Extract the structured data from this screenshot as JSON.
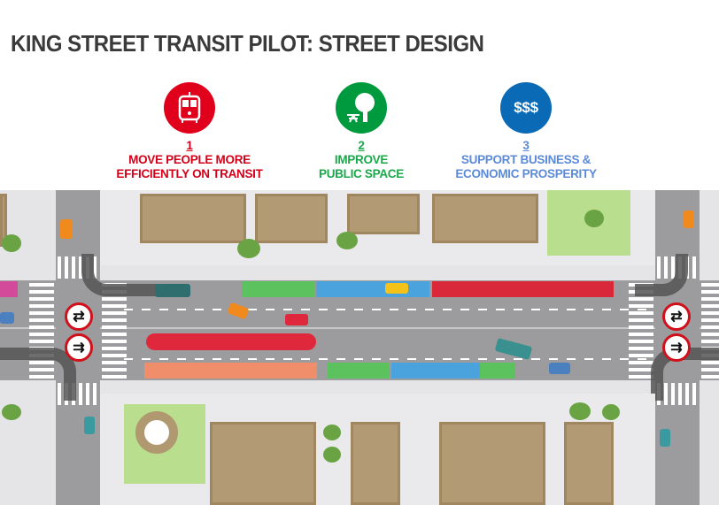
{
  "title": "KING STREET TRANSIT PILOT: STREET DESIGN",
  "goals": [
    {
      "number": "1",
      "line1": "MOVE PEOPLE MORE",
      "line2": "EFFICIENTLY ON TRANSIT",
      "icon": "streetcar-icon",
      "color": "#e0001b"
    },
    {
      "number": "2",
      "line1": "IMPROVE",
      "line2": "PUBLIC SPACE",
      "icon": "tree-picnic-table-icon",
      "color": "#009a3e"
    },
    {
      "number": "3",
      "line1": "SUPPORT BUSINESS &",
      "line2": "ECONOMIC PROSPERITY",
      "icon": "dollar-signs-icon",
      "color": "#0a6ab5",
      "icon_text": "$$$"
    }
  ],
  "map": {
    "signs": [
      "no-left-turn-icon",
      "no-through-right-icon"
    ]
  }
}
